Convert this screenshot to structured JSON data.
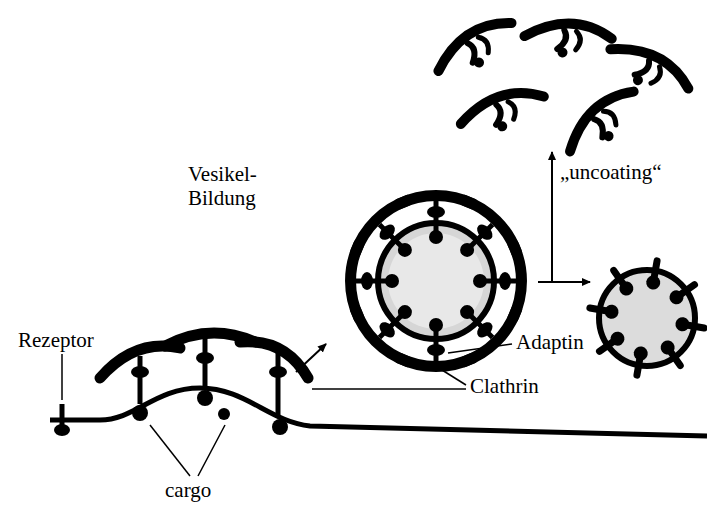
{
  "diagram": {
    "labels": [
      "„uncoating“",
      "Vesikel- Bildung",
      "Rezeptor",
      "Adaptin",
      "Clathrin",
      "cargo"
    ]
  }
}
